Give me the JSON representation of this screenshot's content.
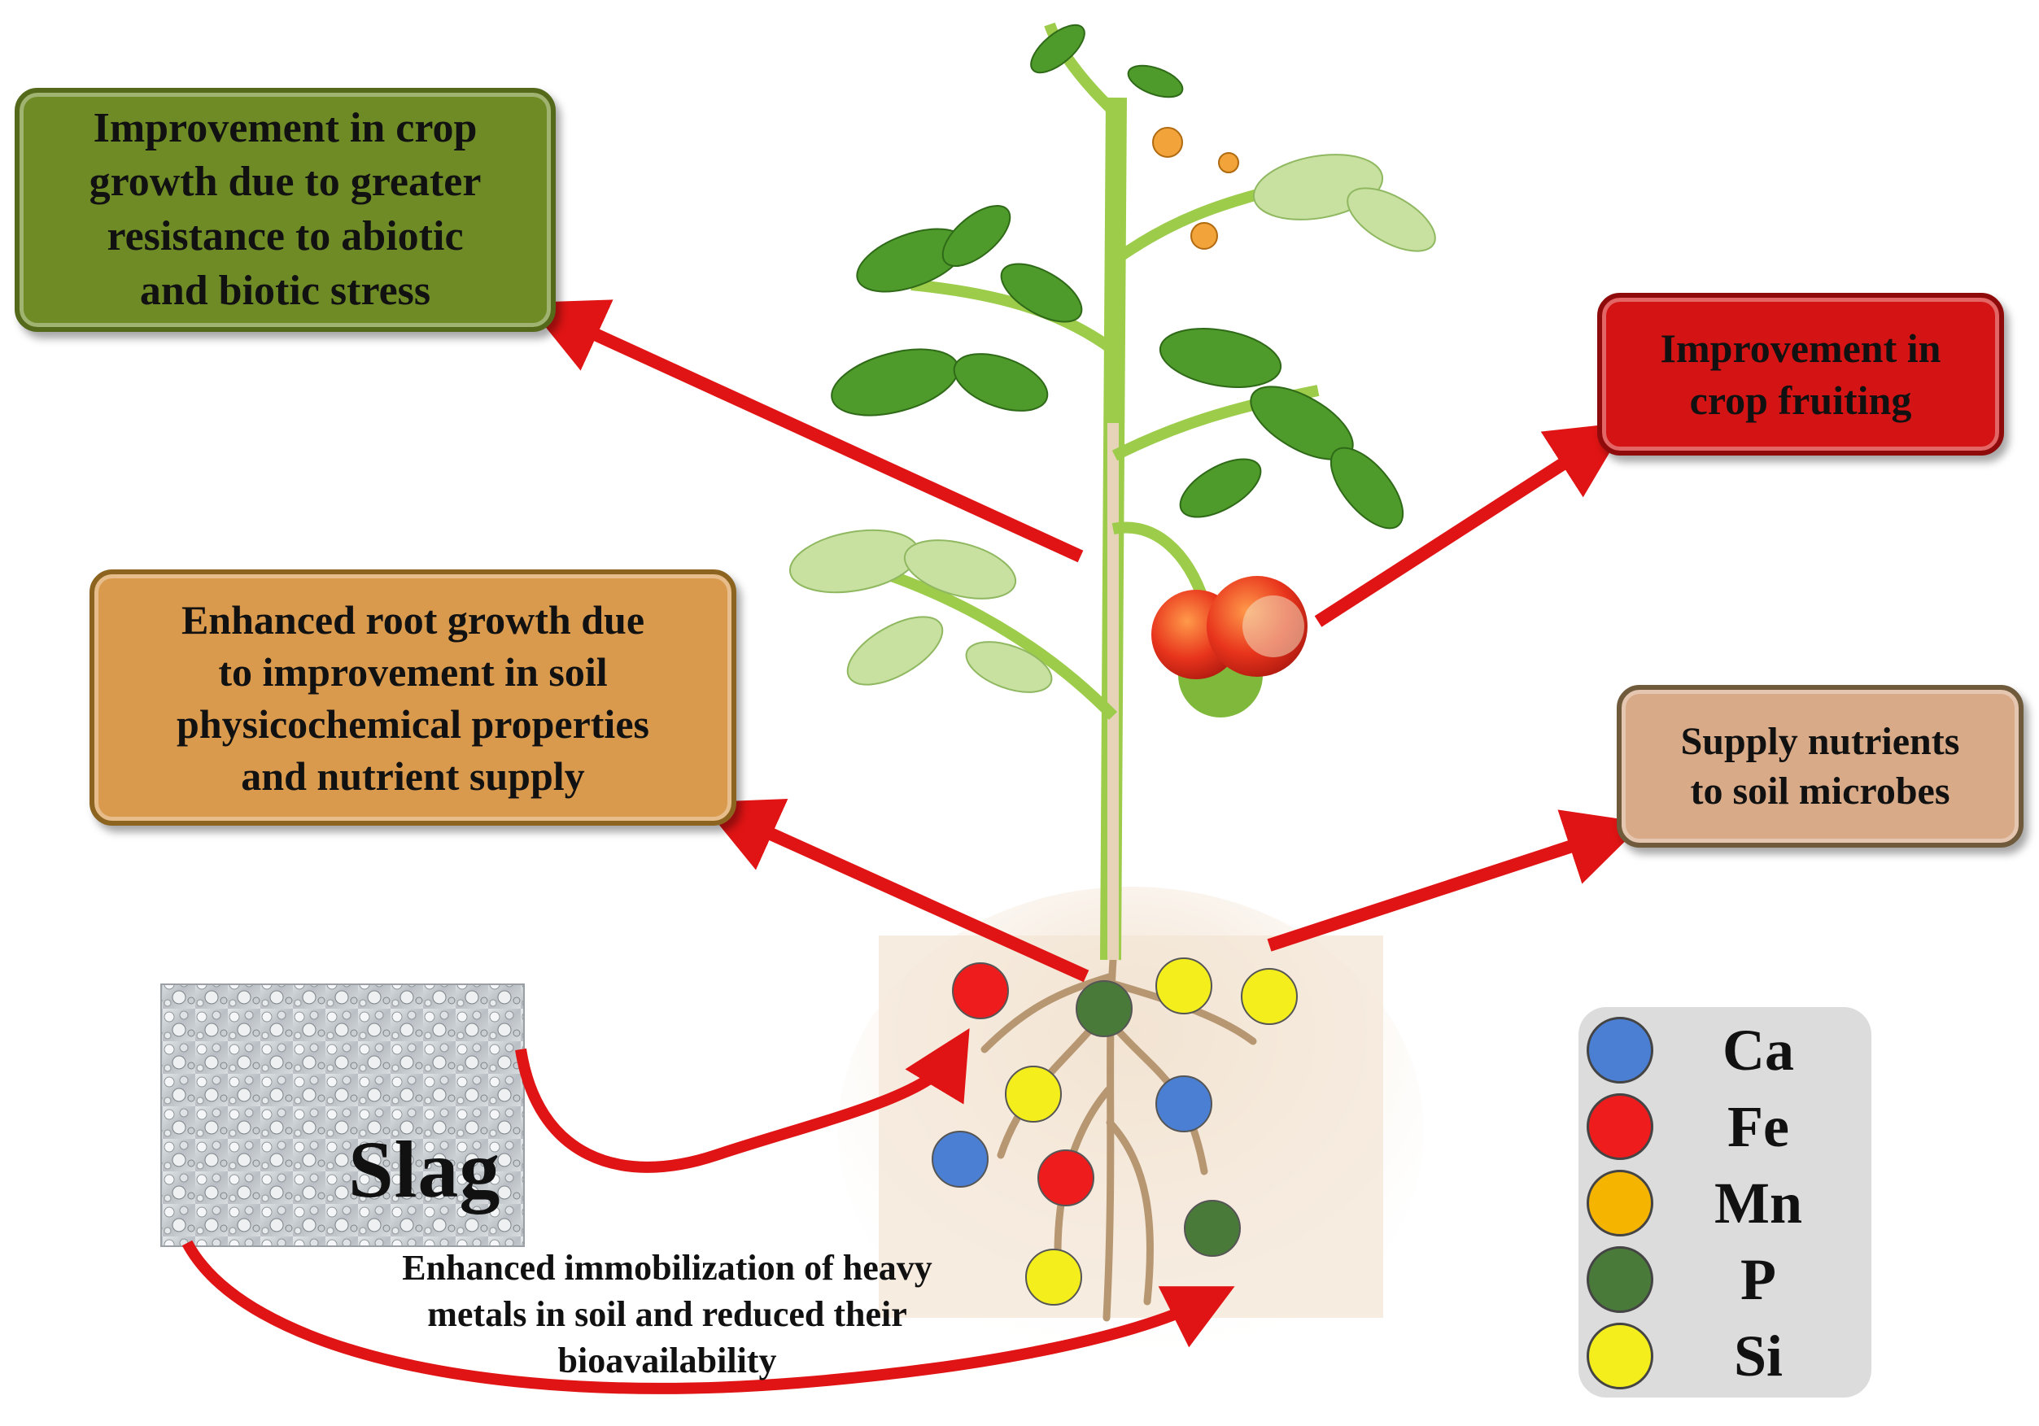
{
  "boxes": {
    "crop_growth": {
      "lines": [
        "Improvement in crop",
        "growth due to greater",
        "resistance to abiotic",
        "and biotic stress"
      ],
      "color": "#6f8b26"
    },
    "crop_fruiting": {
      "lines": [
        "Improvement in",
        "crop fruiting"
      ],
      "color": "#d41414"
    },
    "root_growth": {
      "lines": [
        "Enhanced root growth due",
        "to improvement in soil",
        "physicochemical properties",
        "and nutrient supply"
      ],
      "color": "#d99a4e"
    },
    "soil_microbes": {
      "lines": [
        "Supply nutrients",
        "to soil microbes"
      ],
      "color": "#d8aa88"
    }
  },
  "slag": {
    "label": "Slag"
  },
  "heavy_metals": {
    "lines": [
      "Enhanced immobilization of heavy",
      "metals in soil and reduced their",
      "bioavailability"
    ]
  },
  "legend": {
    "items": [
      {
        "label": "Ca",
        "color": "#4a7fd4"
      },
      {
        "label": "Fe",
        "color": "#ee1c1c"
      },
      {
        "label": "Mn",
        "color": "#f5b400"
      },
      {
        "label": "P",
        "color": "#4a7a3a"
      },
      {
        "label": "Si",
        "color": "#f4ee1c"
      }
    ]
  },
  "colors": {
    "arrow": "#e01414",
    "stem": "#9ccc4a",
    "leaf": "#4e9a2a",
    "soil": "#f2e3d2"
  }
}
